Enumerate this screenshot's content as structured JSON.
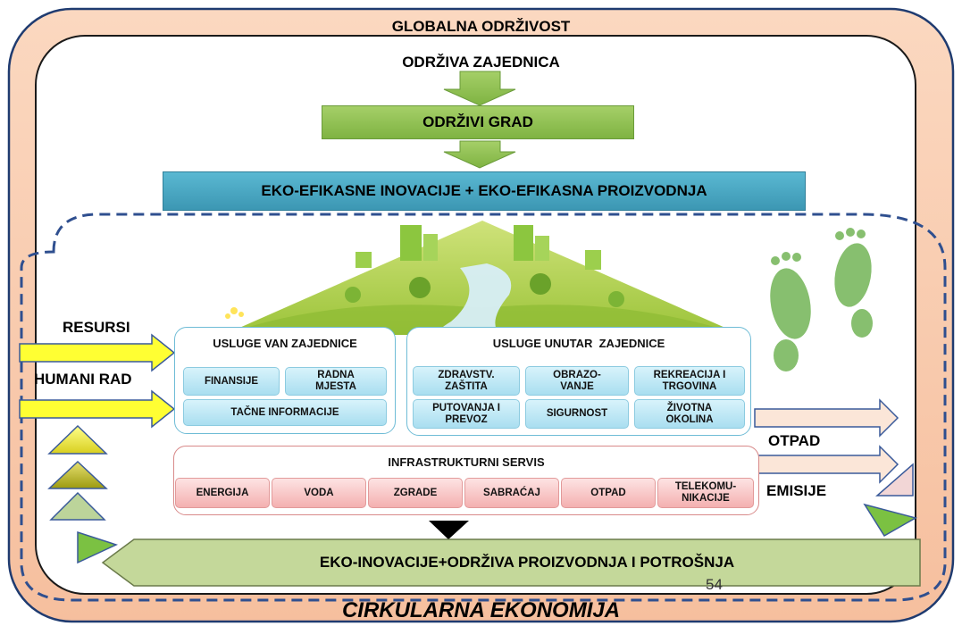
{
  "titles": {
    "global": "GLOBALNA ODRŽIVOST",
    "community": "ODRŽIVA ZAJEDNICA",
    "city": "ODRŽIVI GRAD",
    "eco_efficient": "EKO-EFIKASNE INOVACIJE + EKO-EFIKASNA PROIZVODNJA",
    "eco_innovation": "EKO-INOVACIJE+ODRŽIVA PROIZVODNJA I POTROŠNJA",
    "circular": "CIRKULARNA EKONOMIJA"
  },
  "inputs": {
    "resources": "RESURSI",
    "human_work": "HUMANI RAD"
  },
  "outputs": {
    "waste": "OTPAD",
    "emissions": "EMISIJE"
  },
  "services_outside": {
    "title": "USLUGE VAN ZAJEDNICE",
    "finance": "FINANSIJE",
    "labor": "RADNA MJESTA",
    "info": "TAČNE INFORMACIJE"
  },
  "services_inside": {
    "title": "USLUGE UNUTAR  ZAJEDNICE",
    "health": "ZDRAVSTV. ZAŠTITA",
    "education": "OBRAZO- VANJE",
    "recreation": "REKREACIJA I TRGOVINA",
    "travel": "PUTOVANJA I PREVOZ",
    "security": "SIGURNOST",
    "environment": "ŽIVOTNA OKOLINA"
  },
  "infrastructure": {
    "title": "INFRASTRUKTURNI SERVIS",
    "energy": "ENERGIJA",
    "water": "VODA",
    "buildings": "ZGRADE",
    "traffic": "SABRAĆAJ",
    "waste": "OTPAD",
    "telecom": "TELEKOMU- NIKACIJE"
  },
  "page_number": "54",
  "colors": {
    "outer_ring": "#f9c8a8",
    "green_box": "#8cbf4c",
    "teal_box": "#4aa8c4",
    "bottom_arrow": "#c4d89a",
    "dash": "#2f4f8f",
    "input_arrow": "#ffff33"
  }
}
